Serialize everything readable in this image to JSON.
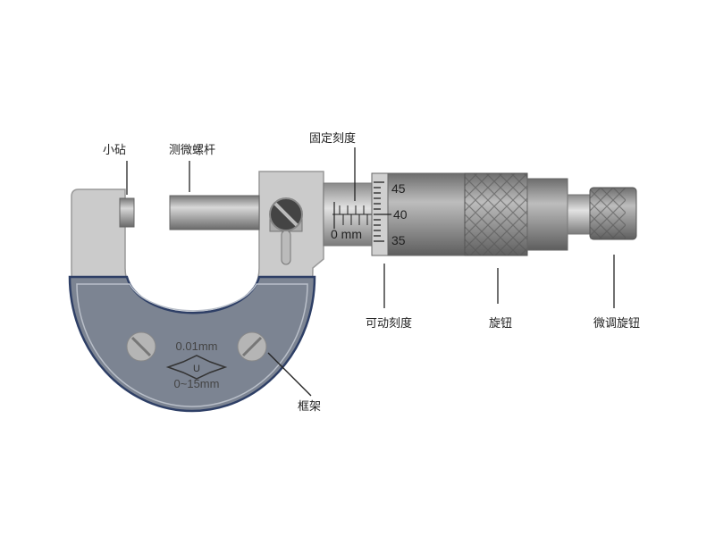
{
  "labels": {
    "anvil": "小砧",
    "spindle": "测微螺杆",
    "fixed_scale": "固定刻度",
    "movable_scale": "可动刻度",
    "knob": "旋钮",
    "fine_knob": "微调旋钮",
    "frame": "框架"
  },
  "thimble_scale": [
    "45",
    "40",
    "35"
  ],
  "sleeve_scale_unit": "0 mm",
  "frame_text": {
    "resolution": "0.01mm",
    "range": "0~15mm",
    "logo": "U"
  },
  "colors": {
    "frame": "#c9c9c9",
    "frame_band": "#7a8290",
    "band_edge": "#2e3f66",
    "metal": "#9a9a9a"
  }
}
